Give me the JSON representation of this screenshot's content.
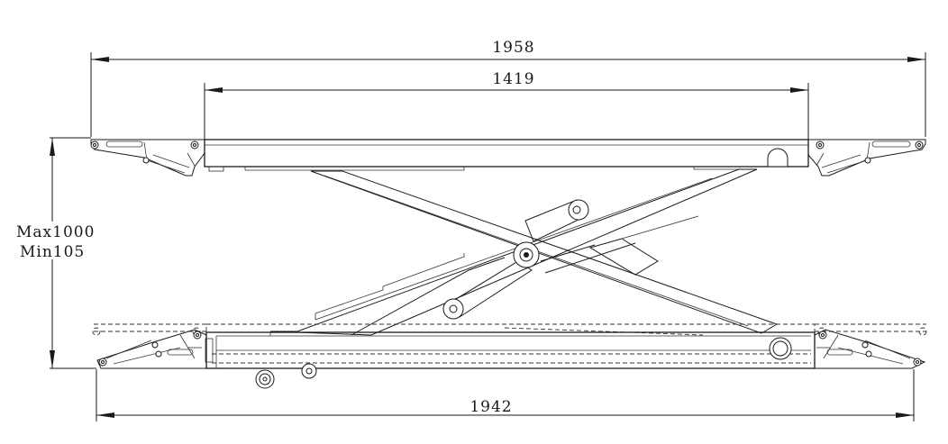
{
  "dimensions": {
    "overall_top_length": "1958",
    "platform_length": "1419",
    "base_length": "1942",
    "height_max": "Max1000",
    "height_min": "Min105"
  }
}
